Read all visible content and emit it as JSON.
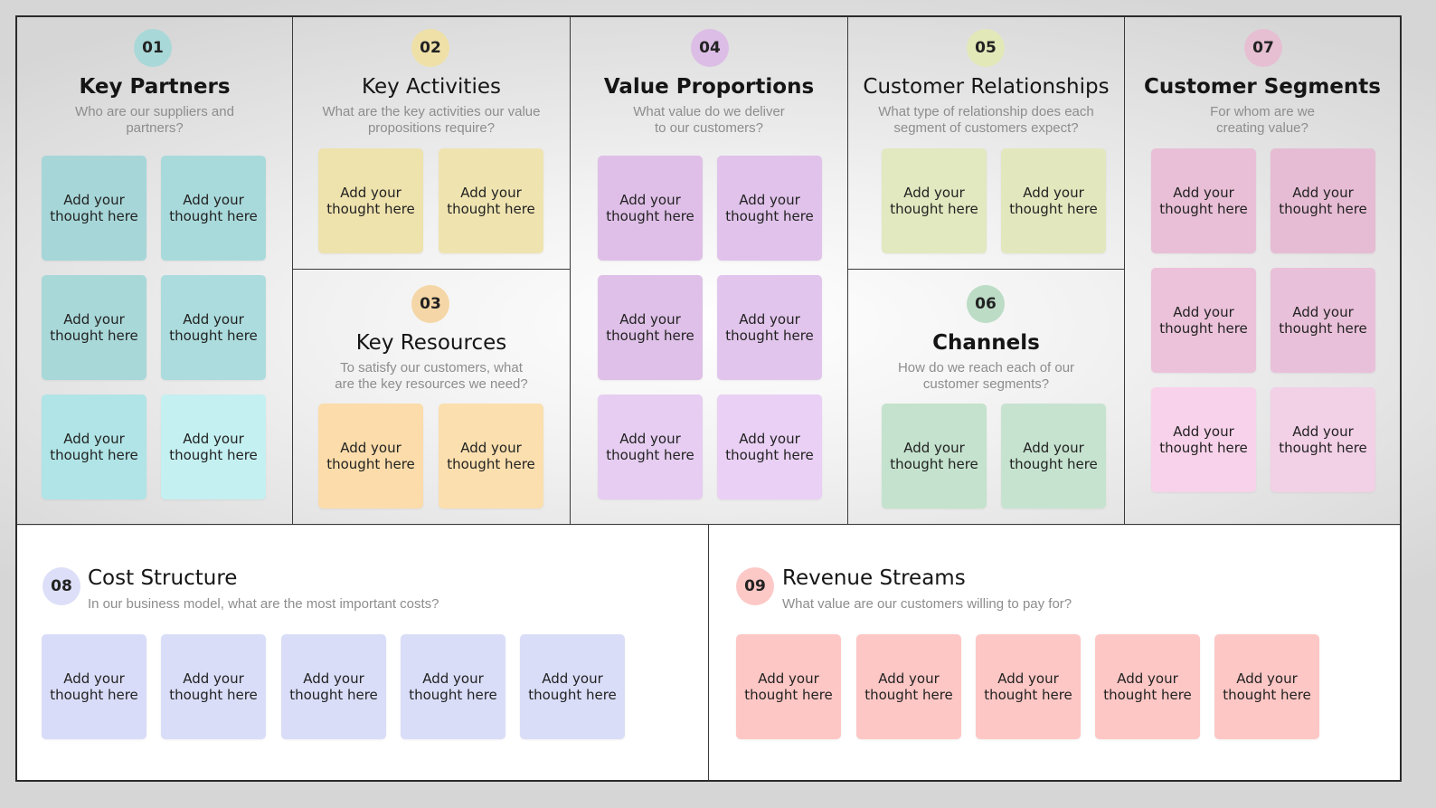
{
  "note_text": "Add your\nthought here",
  "sections": {
    "key_partners": {
      "number": "01",
      "title": "Key Partners",
      "subtitle": "Who are our suppliers and\npartners?",
      "badge_color": "#a9d8d8",
      "note_colors": [
        "#a6d6d8",
        "#a9dadb",
        "#a9d8d9",
        "#acdcdd",
        "#b0e4e6",
        "#c4f0f1"
      ]
    },
    "key_activities": {
      "number": "02",
      "title": "Key Activities",
      "subtitle": "What are the key activities our value\npropositions require?",
      "badge_color": "#efe0a8",
      "note_colors": [
        "#eee2ad",
        "#efe4b0"
      ]
    },
    "key_resources": {
      "number": "03",
      "title": "Key Resources",
      "subtitle": "To satisfy our customers, what\nare the key resources we need?",
      "badge_color": "#f5d6a6",
      "note_colors": [
        "#fbdcaa",
        "#fbdfae"
      ]
    },
    "value_propositions": {
      "number": "04",
      "title": "Value Proportions",
      "subtitle": "What value do we deliver\nto our customers?",
      "badge_color": "#dcbde6",
      "note_colors": [
        "#dfbfe8",
        "#e0c2ea",
        "#dfc0e8",
        "#e2c5ec",
        "#e6cdf1",
        "#e9d0f4"
      ]
    },
    "customer_relationships": {
      "number": "05",
      "title": "Customer Relationships",
      "subtitle": "What type of relationship does each\nsegment of customers expect?",
      "badge_color": "#e3e8b8",
      "note_colors": [
        "#e2e8bf",
        "#e3e7bd"
      ]
    },
    "channels": {
      "number": "06",
      "title": "Channels",
      "subtitle": "How do we reach each of our\ncustomer segments?",
      "badge_color": "#bcdcc6",
      "note_colors": [
        "#c4e2cd",
        "#c6e3cf"
      ]
    },
    "customer_segments": {
      "number": "07",
      "title": "Customer Segments",
      "subtitle": "For whom are we\ncreating value?",
      "badge_color": "#e6bfd2",
      "note_colors": [
        "#e8bfd6",
        "#e6bcd4",
        "#ebc2da",
        "#e9c0d9",
        "#f8d2ea",
        "#f2d0e6"
      ]
    },
    "cost_structure": {
      "number": "08",
      "title": "Cost Structure",
      "subtitle": "In our business model, what are the most important costs?",
      "badge_color": "#dcdff7",
      "note_colors": [
        "#d9dcf8",
        "#d9ddf8",
        "#d9ddf8",
        "#d9ddf8",
        "#d9ddf8"
      ]
    },
    "revenue_streams": {
      "number": "09",
      "title": "Revenue Streams",
      "subtitle": "What value are our customers willing to pay for?",
      "badge_color": "#fcc9c7",
      "note_colors": [
        "#fdc7c5",
        "#fdc7c5",
        "#fdc7c5",
        "#fdc7c5",
        "#fdc7c5"
      ]
    }
  }
}
